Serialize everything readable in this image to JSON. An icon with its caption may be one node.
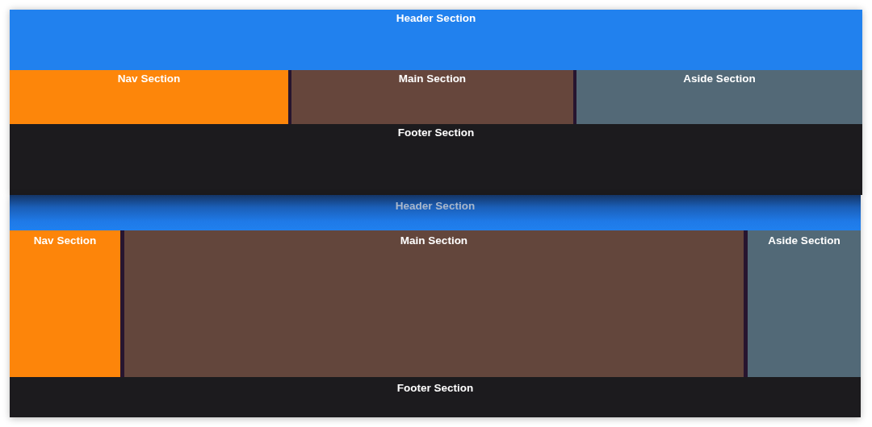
{
  "diagram": {
    "nodes": [
      {
        "text": [],
        "shape": "box"
      },
      {
        "text": [
          "Header Section"
        ],
        "in": 0
      },
      {
        "text": [
          "Nav Section"
        ],
        "in": 0
      },
      {
        "text": [
          "Main Section"
        ],
        "in": 0
      },
      {
        "text": [
          "Aside Section"
        ],
        "in": 0
      },
      {
        "text": [
          "Footer Section"
        ],
        "in": 0
      },
      {
        "text": [],
        "shape": "box"
      },
      {
        "text": [
          "Header Section"
        ],
        "in": 6
      },
      {
        "text": [
          "Nav Section"
        ],
        "in": 6
      },
      {
        "text": [
          "Main Section"
        ],
        "in": 6
      },
      {
        "text": [
          "Aside Section"
        ],
        "in": 6
      },
      {
        "text": [
          "Footer Section"
        ],
        "in": 6
      }
    ]
  }
}
